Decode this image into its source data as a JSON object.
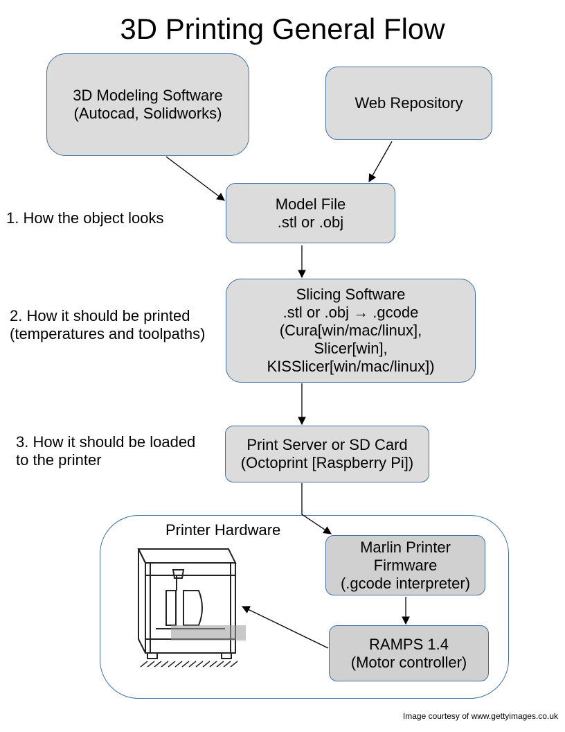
{
  "title": "3D Printing General Flow",
  "nodes": {
    "modeling": "3D Modeling Software\n(Autocad, Solidworks)",
    "web": "Web Repository",
    "model_file": "Model File\n.stl or .obj",
    "slicing": "Slicing Software\n.stl or .obj → .gcode\n(Cura[win/mac/linux],\nSlicer[win],\nKISSlicer[win/mac/linux])",
    "print_server": "Print Server or SD Card\n(Octoprint [Raspberry Pi])",
    "marlin": "Marlin Printer\nFirmware\n(.gcode interpreter)",
    "ramps": "RAMPS 1.4\n(Motor controller)"
  },
  "notes": {
    "step1": "1. How the object looks",
    "step2": "2. How it should be printed\n(temperatures and toolpaths)",
    "step3": "3. How it should be loaded\nto the printer"
  },
  "group_label": "Printer Hardware",
  "credit": "Image courtesy of www.gettyimages.co.uk",
  "colors": {
    "box_fill": "#dcdcdc",
    "box_border": "#3e6fa8"
  }
}
